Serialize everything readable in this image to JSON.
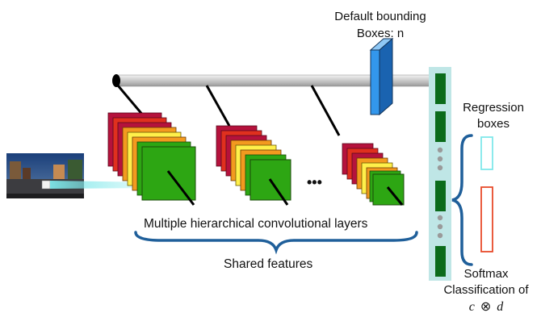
{
  "labels": {
    "default_boxes_line1": "Default bounding",
    "default_boxes_line2": "Boxes: n",
    "regression_line1": "Regression",
    "regression_line2": "boxes",
    "conv_layers": "Multiple hierarchical convolutional layers",
    "shared_features": "Shared features",
    "softmax": "Softmax",
    "classification": "Classification of",
    "ellipsis": "•••",
    "formula_c": "c",
    "formula_op": "⊗",
    "formula_d": "d"
  },
  "colors": {
    "crimson": "#b5123c",
    "red": "#e0301e",
    "orange": "#f39a1f",
    "yellow": "#fff04a",
    "green": "#2da613",
    "dark_green": "#0b6b1b",
    "teal_panel": "#bfe6e6",
    "blue_box": "#2f8ee0",
    "brace": "#1f5f9a",
    "cyan": "#7fe8ea",
    "red_outline": "#e84a2a",
    "bar": "#d3d3d3"
  },
  "icons": {
    "input_image": "road-scene-image",
    "ellipsis": "ellipsis-dots"
  }
}
